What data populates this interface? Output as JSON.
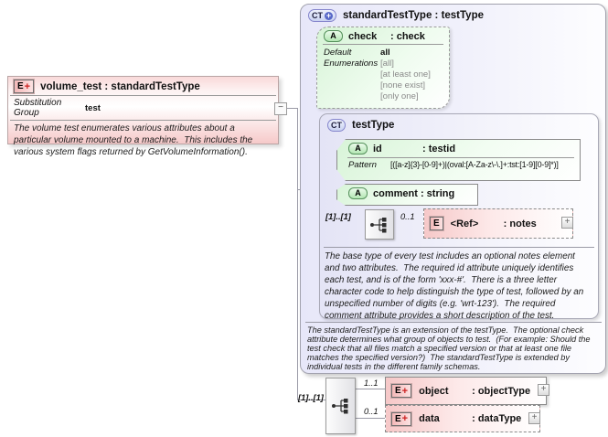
{
  "icons": {
    "element": "E",
    "plus": "+",
    "complex_type": "CT",
    "attribute": "A",
    "collapse": "−",
    "expand": "+"
  },
  "left_box": {
    "title": "volume_test : standardTestType",
    "substitution_group_label": "Substitution Group",
    "substitution_group_value": "test",
    "description": "The volume test enumerates various attributes about a particular volume mounted to a machine.  This includes the various system flags returned by GetVolumeInformation()."
  },
  "main_box": {
    "title": "standardTestType : testType",
    "check_attr": {
      "name": "check",
      "type": ": check",
      "default_label": "Default",
      "default_value": "all",
      "enumerations_label": "Enumerations",
      "enumerations": [
        "[all]",
        "[at least one]",
        "[none exist]",
        "[only one]"
      ]
    },
    "test_type_box": {
      "title": "testType",
      "id_attr": {
        "name": "id",
        "type": ": testid",
        "pattern_label": "Pattern",
        "pattern_value": "[([a-z]{3}-[0-9]+)|(oval:[A-Za-z\\-\\.]+:tst:[1-9][0-9]*)]"
      },
      "comment_attr": {
        "title": "comment : string"
      },
      "sequence": {
        "cardinality": "[1]..[1]",
        "notes_cardinality": "0..1",
        "notes": {
          "name": "<Ref>",
          "type": ": notes"
        }
      },
      "description": "The base type of every test includes an optional notes element and two attributes.  The required id attribute uniquely identifies each test, and is of the form 'xxx-#'.  There is a three letter character code to help distinguish the type of test, followed by an unspecified number of digits (e.g. 'wrt-123').  The required comment attribute provides a short description of the test."
    },
    "description": "The standardTestType is an extension of the testType.  The optional check attribute determines what group of objects to test.  (For example: Should the test check that all files match a specified version or that at least one file matches the specified version?)  The standardTestType is extended by individual tests in the different family schemas."
  },
  "bottom_sequence": {
    "cardinality": "[1]..[1]",
    "object": {
      "cardinality": "1..1",
      "name": "object",
      "type": ": objectType"
    },
    "data": {
      "cardinality": "0..1",
      "name": "data",
      "type": ": dataType"
    }
  }
}
